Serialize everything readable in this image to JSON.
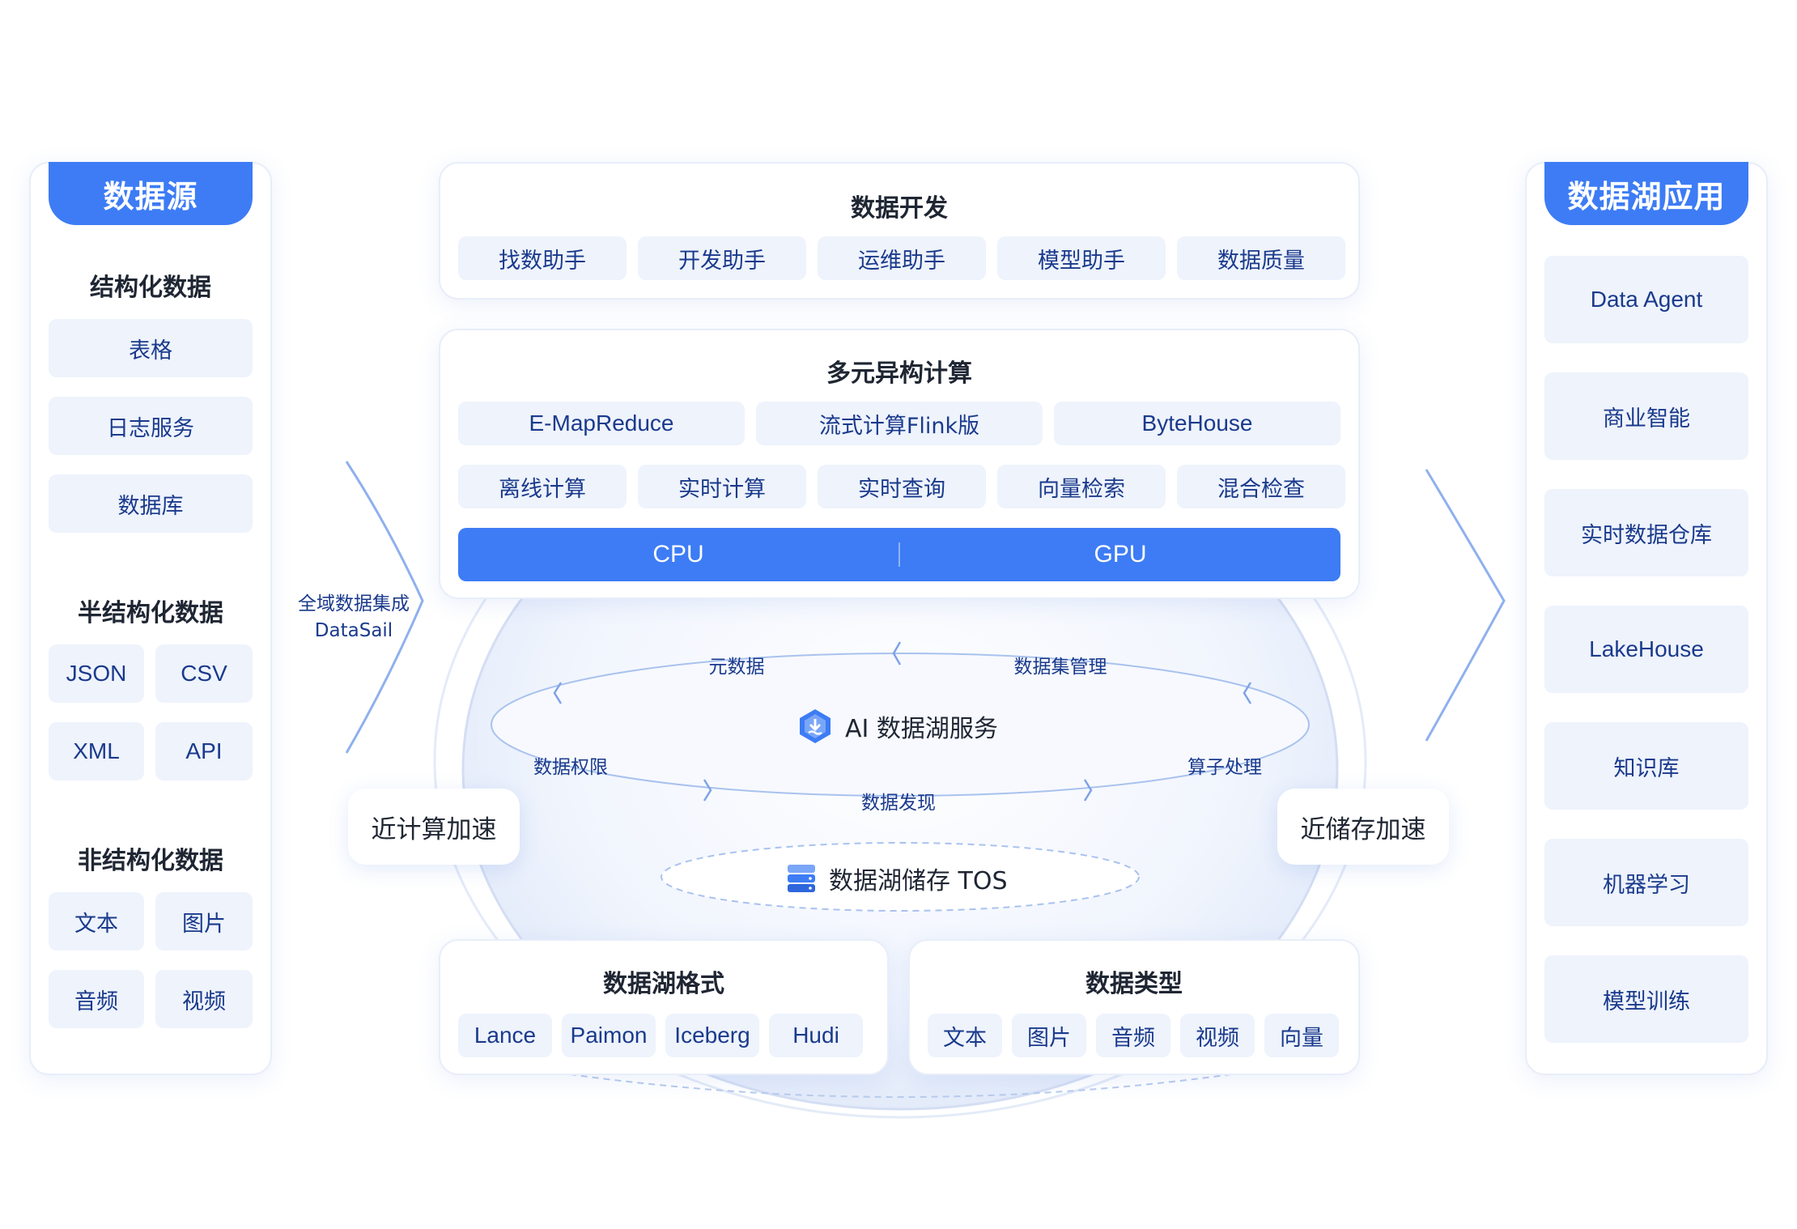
{
  "data_source": {
    "title": "数据源",
    "structured": {
      "title": "结构化数据",
      "items": [
        "表格",
        "日志服务",
        "数据库"
      ]
    },
    "semi_structured": {
      "title": "半结构化数据",
      "items": [
        "JSON",
        "CSV",
        "XML",
        "API"
      ]
    },
    "unstructured": {
      "title": "非结构化数据",
      "items": [
        "文本",
        "图片",
        "音频",
        "视频"
      ]
    }
  },
  "integration": {
    "line1": "全域数据集成",
    "line2": "DataSail"
  },
  "dev": {
    "title": "数据开发",
    "items": [
      "找数助手",
      "开发助手",
      "运维助手",
      "模型助手",
      "数据质量"
    ]
  },
  "compute": {
    "title": "多元异构计算",
    "row1": [
      "E-MapReduce",
      "流式计算Flink版",
      "ByteHouse"
    ],
    "row2": [
      "离线计算",
      "实时计算",
      "实时查询",
      "向量检索",
      "混合检查"
    ],
    "cpu": "CPU",
    "gpu": "GPU"
  },
  "core": {
    "service": "AI 数据湖服务",
    "labels": {
      "metadata": "元数据",
      "dataset": "数据集管理",
      "permission": "数据权限",
      "operator": "算子处理",
      "discovery": "数据发现"
    },
    "storage": "数据湖储存 TOS"
  },
  "accel": {
    "compute": "近计算加速",
    "storage": "近储存加速"
  },
  "format": {
    "title": "数据湖格式",
    "items": [
      "Lance",
      "Paimon",
      "Iceberg",
      "Hudi"
    ]
  },
  "types": {
    "title": "数据类型",
    "items": [
      "文本",
      "图片",
      "音频",
      "视频",
      "向量"
    ]
  },
  "apps": {
    "title": "数据湖应用",
    "items": [
      "Data Agent",
      "商业智能",
      "实时数据仓库",
      "LakeHouse",
      "知识库",
      "机器学习",
      "模型训练"
    ]
  },
  "colors": {
    "accent": "#3d7cf5",
    "chip_bg": "#eef3fc",
    "chip_text": "#1a3a8c"
  }
}
